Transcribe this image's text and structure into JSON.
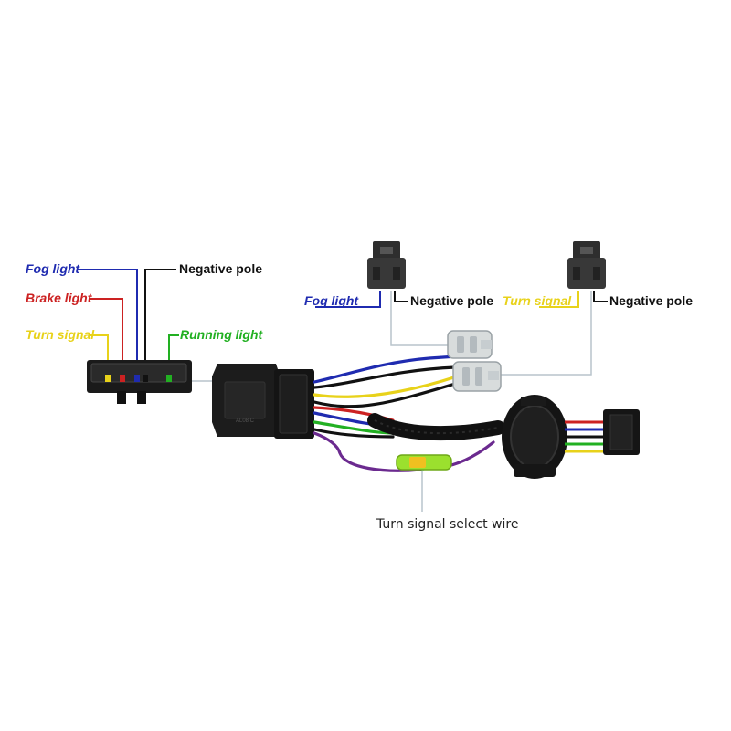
{
  "labels": {
    "fog_light_left": "Fog light",
    "brake_light": "Brake light",
    "turn_signal_left": "Turn signal",
    "negative_pole_top": "Negative pole",
    "running_light": "Running light",
    "fog_light_mid": "Fog light",
    "negative_pole_mid": "Negative pole",
    "turn_signal_right": "Turn signal",
    "negative_pole_right": "Negative pole",
    "turn_signal_select": "Turn signal select wire"
  },
  "colors": {
    "fog": "#1f2bb0",
    "brake": "#cc2222",
    "turn": "#e8d21a",
    "negative": "#111111",
    "running": "#22b022",
    "leader": "#b8c4cc",
    "select_wire_tube": "#9be02e"
  },
  "icons": [
    "connector-plug",
    "bulb-socket",
    "splice-connector"
  ]
}
